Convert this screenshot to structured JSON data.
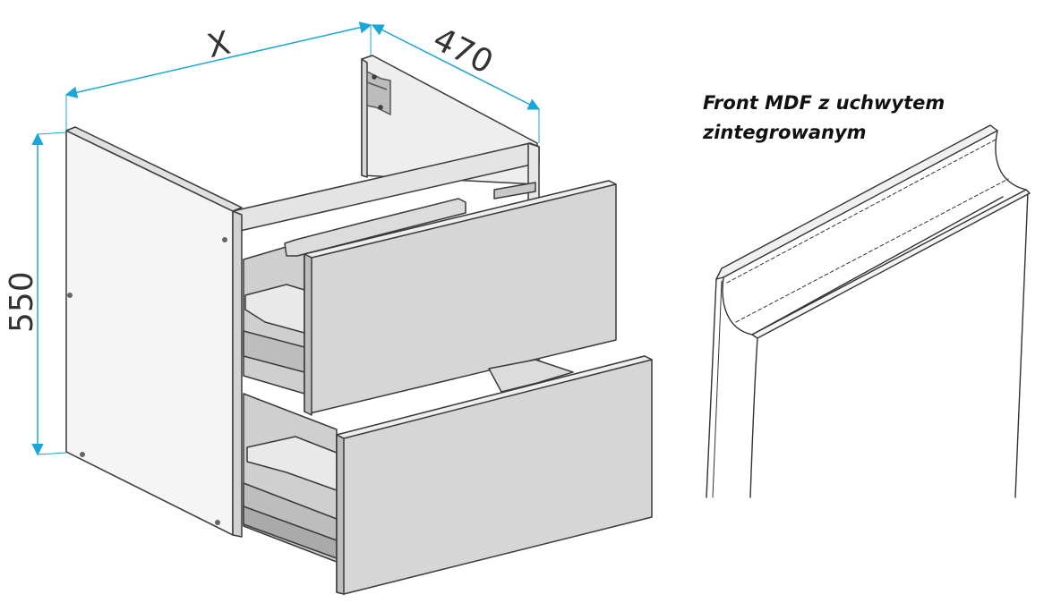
{
  "dimensions": {
    "width_label": "X",
    "depth_label": "470",
    "height_label": "550"
  },
  "front_detail": {
    "title_line1": "Front MDF z uchwytem",
    "title_line2": "zintegrowanym"
  },
  "colors": {
    "dimension_line": "#1aa6d6",
    "outline": "#3a3a3a",
    "panel_light": "#f2f2f2",
    "panel_mid": "#dedede",
    "panel_front": "#d5d5d5",
    "shadow": "#b9b9b9"
  }
}
